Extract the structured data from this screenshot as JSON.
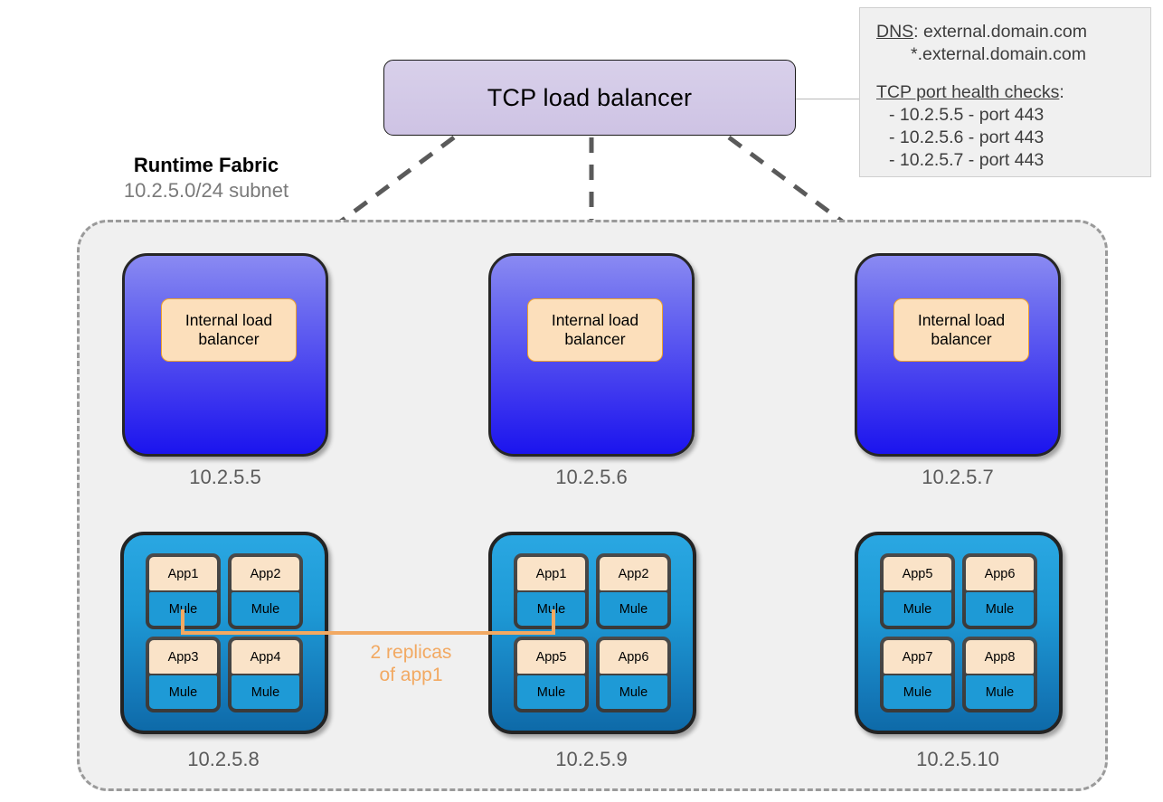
{
  "annotation": {
    "dns_label": "DNS",
    "dns_value": "external.domain.com",
    "dns_wildcard": "*.external.domain.com",
    "health_title": "TCP port health checks",
    "health_checks": [
      "- 10.2.5.5 - port 443",
      "- 10.2.5.6 - port 443",
      "- 10.2.5.7 - port 443"
    ]
  },
  "tcp_load_balancer": {
    "label": "TCP load balancer"
  },
  "fabric": {
    "title": "Runtime Fabric",
    "subtitle": "10.2.5.0/24 subnet"
  },
  "lb_nodes": [
    {
      "label": "Internal load balancer",
      "ip": "10.2.5.5"
    },
    {
      "label": "Internal load balancer",
      "ip": "10.2.5.6"
    },
    {
      "label": "Internal load balancer",
      "ip": "10.2.5.7"
    }
  ],
  "runtime_label": "Mule",
  "worker_nodes": [
    {
      "ip": "10.2.5.8",
      "apps": [
        "App1",
        "App2",
        "App3",
        "App4"
      ]
    },
    {
      "ip": "10.2.5.9",
      "apps": [
        "App1",
        "App2",
        "App5",
        "App6"
      ]
    },
    {
      "ip": "10.2.5.10",
      "apps": [
        "App5",
        "App6",
        "App7",
        "App8"
      ]
    }
  ],
  "replica_note": {
    "line1": "2 replicas",
    "line2": "of app1"
  },
  "colors": {
    "lb_accent": "#cec3e4",
    "node_blue": "#2a2aee",
    "worker_blue": "#1e9ad6",
    "app_peach": "#fae3c8",
    "orange": "#f2a962",
    "fabric_bg": "#f0f0f0"
  }
}
